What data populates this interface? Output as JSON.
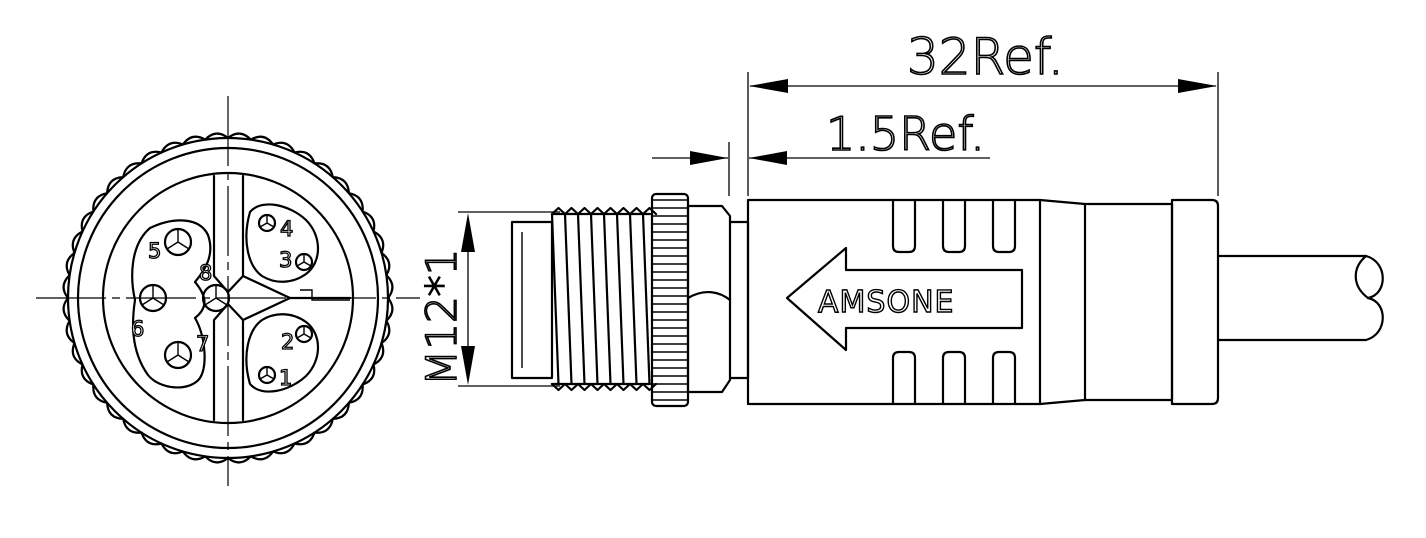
{
  "dimensions": {
    "overall_length": "32Ref.",
    "offset_length": "1.5Ref.",
    "thread": "M12*1"
  },
  "brand": "AMSONE",
  "pins": [
    {
      "label": "1"
    },
    {
      "label": "2"
    },
    {
      "label": "3"
    },
    {
      "label": "4"
    },
    {
      "label": "5"
    },
    {
      "label": "6"
    },
    {
      "label": "7"
    },
    {
      "label": "8"
    }
  ],
  "colors": {
    "line": "#000000",
    "background": "#ffffff"
  }
}
